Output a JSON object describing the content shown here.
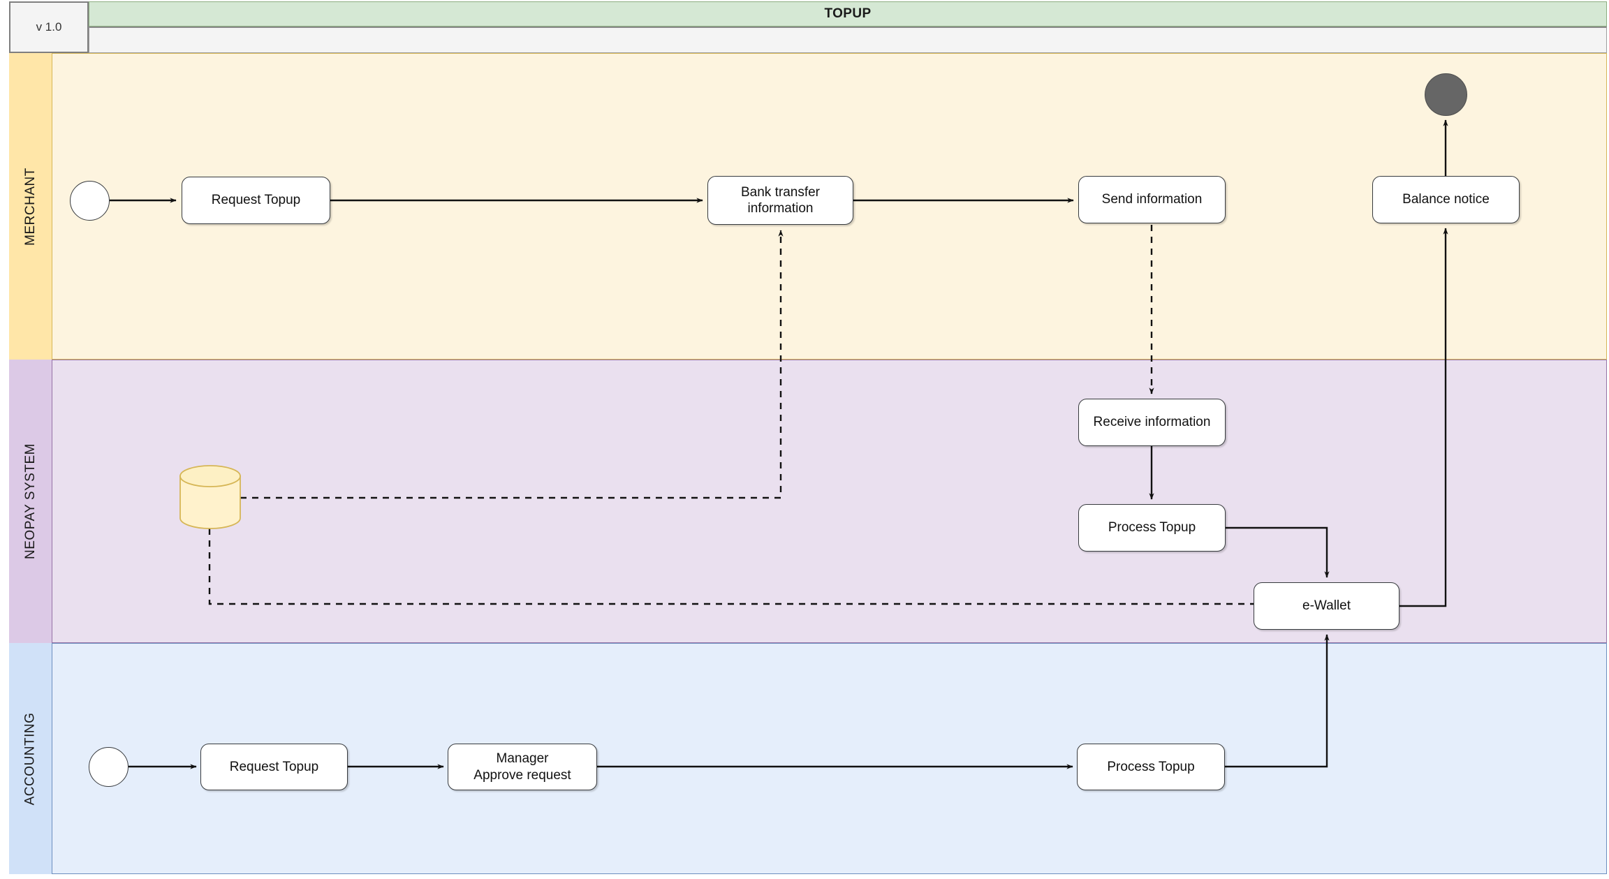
{
  "diagram": {
    "title": "TOPUP",
    "version_label": "v 1.0",
    "type": "swimlane-flowchart",
    "colors": {
      "title_band": "#d5e8d4",
      "lane_merchant_fill": "#fdf4df",
      "lane_merchant_header": "#ffe6a8",
      "lane_neopay_fill": "#eae0ef",
      "lane_neopay_header": "#dcc9e6",
      "lane_accounting_fill": "#e5eefb",
      "lane_accounting_header": "#d0e1f8",
      "node_fill": "#ffffff",
      "node_stroke": "#36393d",
      "end_event_fill": "#666666",
      "datastore_fill": "#fff2cc",
      "datastore_stroke": "#d6b656"
    }
  },
  "lanes": [
    {
      "id": "merchant",
      "label": "MERCHANT"
    },
    {
      "id": "neopay",
      "label": "NEOPAY SYSTEM"
    },
    {
      "id": "accounting",
      "label": "ACCOUNTING"
    }
  ],
  "nodes": {
    "merchant_start": {
      "label": "",
      "shape": "start-event",
      "lane": "MERCHANT"
    },
    "merchant_request": {
      "label": "Request Topup",
      "shape": "task",
      "lane": "MERCHANT"
    },
    "merchant_bank_l1": {
      "label": "Bank transfer",
      "shape": "task",
      "lane": "MERCHANT"
    },
    "merchant_bank_l2": {
      "label": "information",
      "shape": "task",
      "lane": "MERCHANT"
    },
    "merchant_send": {
      "label": "Send information",
      "shape": "task",
      "lane": "MERCHANT"
    },
    "merchant_balance": {
      "label": "Balance notice",
      "shape": "task",
      "lane": "MERCHANT"
    },
    "merchant_end": {
      "label": "",
      "shape": "end-event",
      "lane": "MERCHANT"
    },
    "neopay_receive": {
      "label": "Receive information",
      "shape": "task",
      "lane": "NEOPAY SYSTEM"
    },
    "neopay_process": {
      "label": "Process Topup",
      "shape": "task",
      "lane": "NEOPAY SYSTEM"
    },
    "neopay_wallet": {
      "label": "e-Wallet",
      "shape": "task",
      "lane": "NEOPAY SYSTEM"
    },
    "neopay_datastore": {
      "label": "",
      "shape": "data-store",
      "lane": "NEOPAY SYSTEM"
    },
    "accounting_start": {
      "label": "",
      "shape": "start-event",
      "lane": "ACCOUNTING"
    },
    "accounting_request": {
      "label": "Request Topup",
      "shape": "task",
      "lane": "ACCOUNTING"
    },
    "accounting_mgr_l1": {
      "label": "Manager",
      "shape": "task",
      "lane": "ACCOUNTING"
    },
    "accounting_mgr_l2": {
      "label": "Approve request",
      "shape": "task",
      "lane": "ACCOUNTING"
    },
    "accounting_process": {
      "label": "Process Topup",
      "shape": "task",
      "lane": "ACCOUNTING"
    }
  },
  "edges": [
    {
      "from": "merchant_start",
      "to": "merchant_request",
      "style": "solid",
      "label": ""
    },
    {
      "from": "merchant_request",
      "to": "merchant_bank",
      "style": "solid",
      "label": ""
    },
    {
      "from": "merchant_bank",
      "to": "merchant_send",
      "style": "solid",
      "label": ""
    },
    {
      "from": "merchant_send",
      "to": "neopay_receive",
      "style": "dashed",
      "label": ""
    },
    {
      "from": "neopay_datastore",
      "to": "merchant_bank",
      "style": "dashed",
      "label": ""
    },
    {
      "from": "neopay_datastore",
      "to": "neopay_wallet",
      "style": "dashed",
      "label": ""
    },
    {
      "from": "neopay_receive",
      "to": "neopay_process",
      "style": "solid",
      "label": ""
    },
    {
      "from": "neopay_process",
      "to": "neopay_wallet",
      "style": "solid",
      "label": ""
    },
    {
      "from": "neopay_wallet",
      "to": "merchant_balance",
      "style": "solid",
      "label": ""
    },
    {
      "from": "merchant_balance",
      "to": "merchant_end",
      "style": "solid",
      "label": ""
    },
    {
      "from": "accounting_start",
      "to": "accounting_request",
      "style": "solid",
      "label": ""
    },
    {
      "from": "accounting_request",
      "to": "accounting_mgr",
      "style": "solid",
      "label": ""
    },
    {
      "from": "accounting_mgr",
      "to": "accounting_process",
      "style": "solid",
      "label": ""
    },
    {
      "from": "accounting_process",
      "to": "neopay_wallet",
      "style": "solid",
      "label": ""
    }
  ]
}
